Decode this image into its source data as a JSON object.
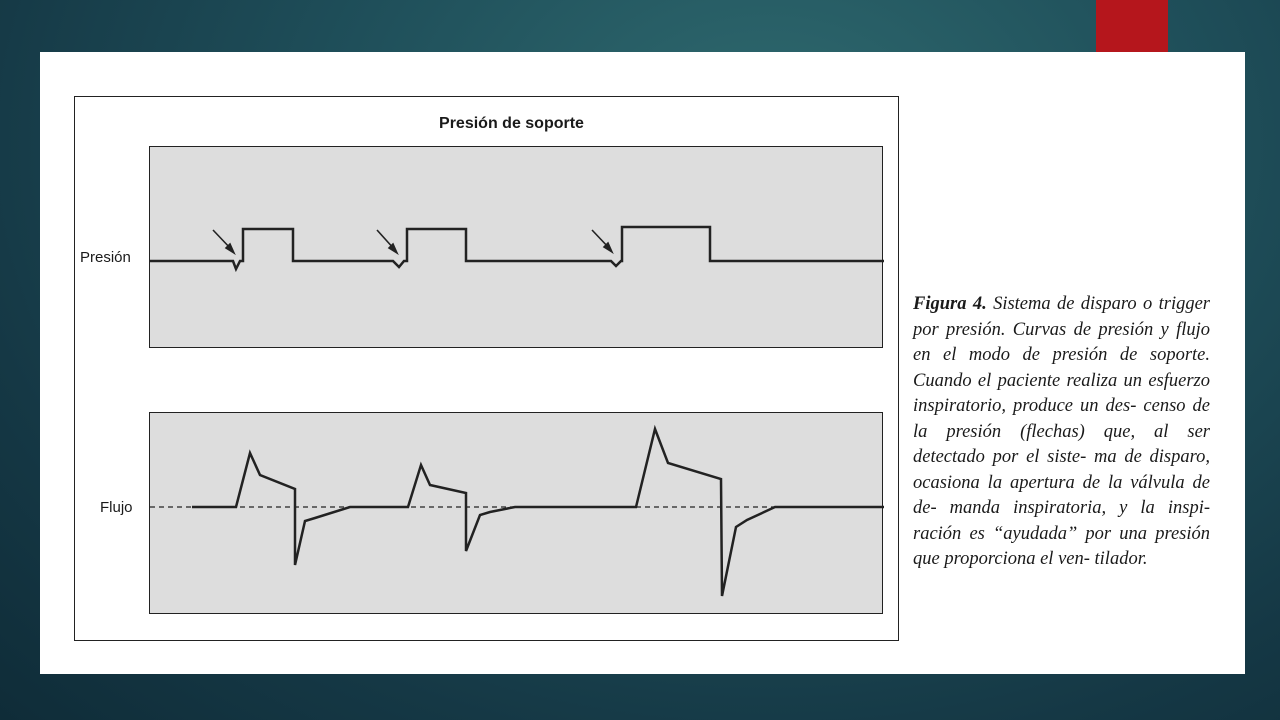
{
  "figure": {
    "title": "Presión de soporte",
    "pressure_label": "Presión",
    "flow_label": "Flujo",
    "trigger_arrows": 3,
    "breaths": 3
  },
  "caption": {
    "lead": "Figura 4.",
    "lines": [
      "Sistema de disparo o",
      "trigger por presión. Curvas de",
      "presión y flujo en el modo de",
      "presión de soporte. Cuando el",
      "paciente realiza un esfuerzo",
      "inspiratorio, produce un des-",
      "censo de la presión (flechas)",
      "que, al ser detectado por el siste-",
      "ma de disparo, ocasiona la",
      "apertura de la válvula de de-",
      "manda inspiratoria, y la inspi-",
      "ración es “ayudada” por una",
      "presión que proporciona el ven-",
      "tilador."
    ]
  },
  "colors": {
    "background": "#1f4f5a",
    "accent": "#b5161c",
    "panel": "#dddddd",
    "line": "#222222"
  }
}
